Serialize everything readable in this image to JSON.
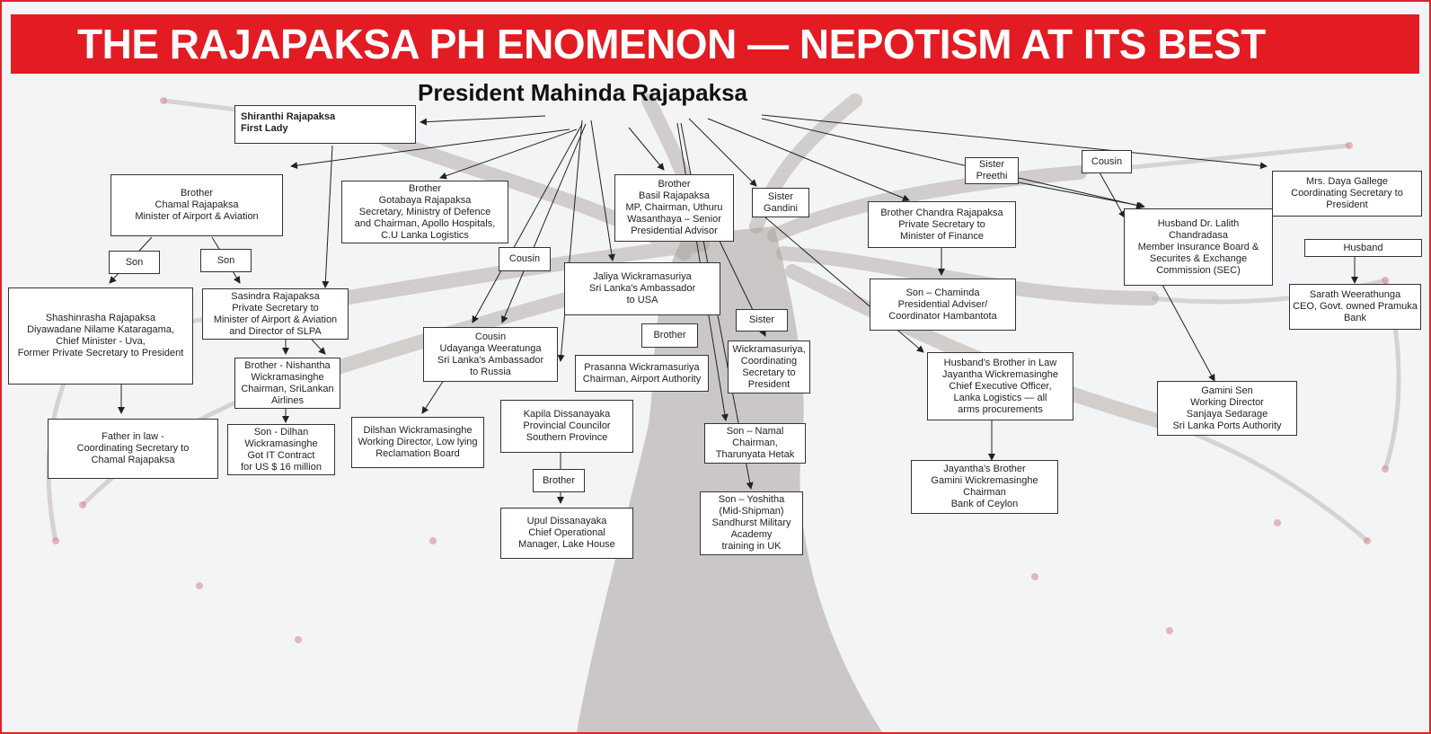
{
  "header": {
    "title": "THE RAJAPAKSA PH ENOMENON   — NEPOTISM AT ITS BEST",
    "subtitle": "President Mahinda Rajapaksa"
  },
  "colors": {
    "banner": "#e31b23",
    "border": "#e02228",
    "tree": "#9a8c86",
    "leaf": "#d9828c"
  },
  "nodes": {
    "shiranthi": "Shiranthi Rajapaksa\nFirst Lady",
    "chamal": "Brother\nChamal Rajapaksa\nMinister of Airport & Aviation",
    "son_label_1": "Son",
    "son_label_2": "Son",
    "shashinrasha": "Shashinrasha Rajapaksa\nDiyawadane Nilame Kataragama,\nChief Minister - Uva,\nFormer Private Secretary to President",
    "father_in_law": "Father in law -\nCoordinating Secretary to\nChamal Rajapaksa",
    "sasindra": "Sasindra Rajapaksa\nPrivate Secretary to\nMinister of Airport & Aviation\nand Director of SLPA",
    "nishantha": "Brother - Nishantha\nWickramasinghe\nChairman, SriLankan\nAirlines",
    "dilhan": "Son -  Dilhan\nWickramasinghe\nGot IT Contract\nfor US $ 16 million",
    "gotabaya": "Brother\nGotabaya  Rajapaksa\nSecretary, Ministry of Defence\nand Chairman, Apollo Hospitals,\nC.U Lanka Logistics",
    "cousin_label_1": "Cousin",
    "udayanga": "Cousin\nUdayanga  Weeratunga\nSri Lanka's Ambassador\nto Russia",
    "dilshan": "Dilshan Wickramasinghe\nWorking Director, Low lying\nReclamation Board",
    "basil": "Brother\nBasil Rajapaksa\nMP, Chairman, Uthuru\nWasanthaya – Senior\nPresidential Advisor",
    "jaliya": "Jaliya  Wickramasuriya\nSri Lanka's Ambassador\nto  USA",
    "brother_label_1": "Brother",
    "prasanna": "Prasanna Wickramasuriya\nChairman, Airport Authority",
    "kapila": "Kapila Dissanayaka\nProvincial Councilor\nSouthern Province",
    "brother_label_2": "Brother",
    "upul": "Upul Dissanayaka\nChief Operational\nManager, Lake House",
    "sister_label_1": "Sister",
    "wickramasuriya": "Wickramasuriya,\nCoordinating\nSecretary to\nPresident",
    "namal": "Son – Namal\nChairman,\nTharunyata Hetak",
    "yoshitha": "Son – Yoshitha\n(Mid-Shipman)\nSandhurst Military\nAcademy\ntraining in UK",
    "gandini": "Sister\nGandini",
    "chandra": "Brother Chandra Rajapaksa\nPrivate Secretary to\nMinister of Finance",
    "chaminda": "Son – Chaminda\nPresidential Adviser/\nCoordinator Hambantota",
    "jayantha": "Husband's Brother in Law\nJayantha Wickremasinghe\nChief Executive Officer,\nLanka Logistics — all\narms procurements",
    "gamini_w": "Jayantha's Brother\nGamini Wickremasinghe\nChairman\nBank of Ceylon",
    "preethi": "Sister\nPreethi",
    "cousin_label_2": "Cousin",
    "lalith": "Husband Dr. Lalith\nChandradasa\nMember Insurance Board &\nSecurites & Exchange\nCommission (SEC)",
    "gamini_sen": "Gamini Sen\nWorking Director\nSanjaya Sedarage\nSri Lanka Ports Authority",
    "daya": "Mrs. Daya Gallege\nCoordinating Secretary to\nPresident",
    "husband_label": "Husband",
    "sarath": "Sarath Weerathunga\nCEO, Govt. owned Pramuka\nBank"
  }
}
